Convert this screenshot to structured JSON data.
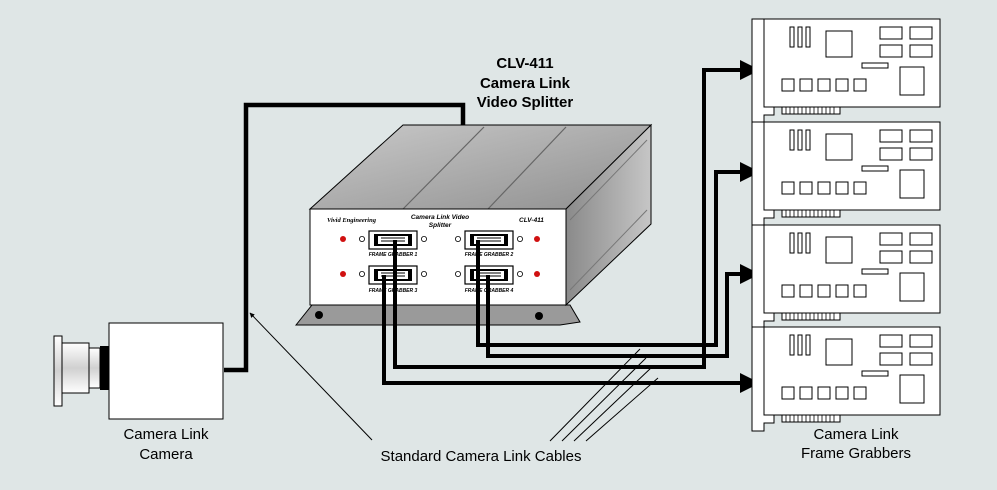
{
  "title": {
    "line1": "CLV-411",
    "line2": "Camera Link",
    "line3": "Video Splitter"
  },
  "splitter_panel": {
    "brand": "Vivid Engineering",
    "product_name_line1": "Camera Link Video",
    "product_name_line2": "Splitter",
    "model": "CLV-411",
    "ports": [
      {
        "label": "FRAME GRABBER 1"
      },
      {
        "label": "FRAME GRABBER 2"
      },
      {
        "label": "FRAME GRABBER 3"
      },
      {
        "label": "FRAME GRABBER 4"
      }
    ]
  },
  "labels": {
    "camera_line1": "Camera Link",
    "camera_line2": "Camera",
    "cables": "Standard Camera Link Cables",
    "grabbers_line1": "Camera Link",
    "grabbers_line2": "Frame Grabbers"
  },
  "colors": {
    "background": "#dfe6e6",
    "cable": "#000000",
    "led": "#d01010"
  }
}
